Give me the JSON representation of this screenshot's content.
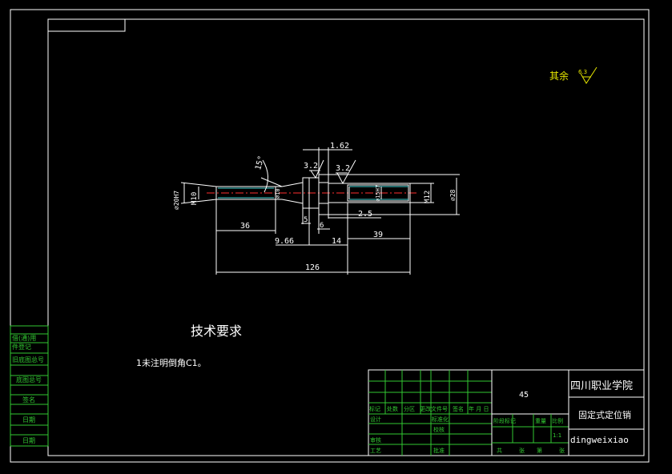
{
  "colors": {
    "background": "#000000",
    "frame": "#ffffff",
    "dimension": "#ffffff",
    "annotation": "#e6e600",
    "titleblock_grid": "#32c832",
    "centerline": "#ff3030",
    "hidden_line": "#3fd0d0"
  },
  "roughness": {
    "label": "其余",
    "value": "6.3"
  },
  "dimensions": {
    "d_1_62": "1.62",
    "d_3_2_left": "3.2",
    "d_3_2_right": "3.2",
    "d_15deg": "15°",
    "d_phi20h7": "⌀20H7",
    "d_m10": "M10",
    "d_phi10": "⌀10",
    "d_phi15h7": "⌀15H7",
    "d_m12": "M12",
    "d_phi28": "⌀28",
    "d_5": "5",
    "d_6": "6",
    "d_2_5": "2.5",
    "d_36": "36",
    "d_9_66": "9.66",
    "d_14": "14",
    "d_39": "39",
    "d_126": "126"
  },
  "tech": {
    "title": "技术要求",
    "note1": "1未注明倒角C1。"
  },
  "left_labels": [
    "借(通)用",
    "件登记",
    "旧底图总号",
    "底图总号",
    "签名",
    "日期",
    "日期"
  ],
  "titleblock": {
    "material": "45",
    "school": "四川职业学院",
    "part_name": "固定式定位销",
    "drawing_code": "dingweixiao",
    "scale": "1:1",
    "row_labels": [
      "标记",
      "处数",
      "分区",
      "更改文件号",
      "签名",
      "年 月 日"
    ],
    "roles": [
      "设计",
      "标准化",
      "校核",
      "审核",
      "工艺",
      "批准"
    ],
    "stage_labels": [
      "阶段标记",
      "重量",
      "比例"
    ],
    "sheet_labels": [
      "共",
      "张",
      "第",
      "张"
    ]
  }
}
